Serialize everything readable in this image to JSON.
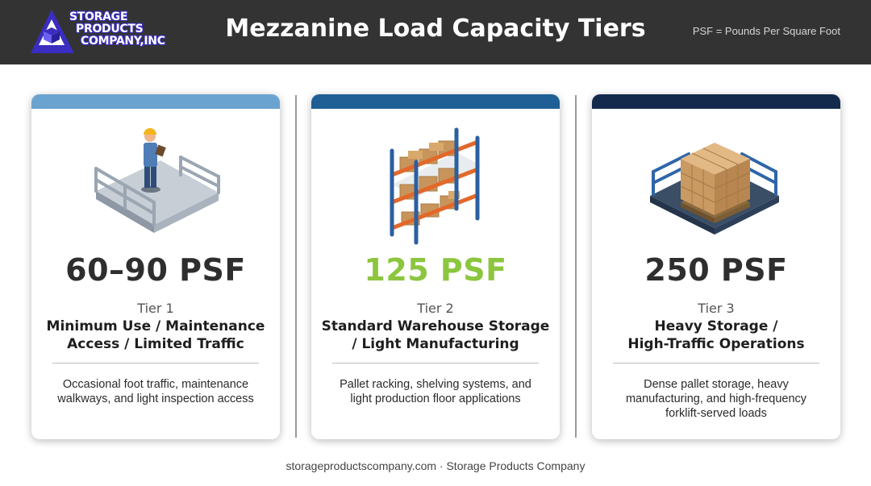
{
  "header": {
    "logo_lines": [
      "STORAGE",
      "PRODUCTS",
      "COMPANY,INC"
    ],
    "title": "Mezzanine Load Capacity Tiers",
    "note": "PSF = Pounds Per Square Foot"
  },
  "colors": {
    "header_bg": "#333333",
    "tier1_bar": "#6aa3cf",
    "tier2_bar": "#1f5f95",
    "tier3_bar": "#132a4c",
    "tier2_value": "#8cc63f"
  },
  "tiers": [
    {
      "value": "60–90 PSF",
      "tier": "Tier 1",
      "name_line1": "Minimum Use / Maintenance",
      "name_line2": "Access / Limited Traffic",
      "desc_line1": "Occasional foot traffic, maintenance",
      "desc_line2": "walkways, and light inspection access",
      "desc_line3": "",
      "illustration": "worker-on-platform-icon"
    },
    {
      "value": "125 PSF",
      "tier": "Tier 2",
      "name_line1": "Standard Warehouse Storage",
      "name_line2": "/ Light Manufacturing",
      "desc_line1": "Pallet racking, shelving systems, and",
      "desc_line2": "light production floor applications",
      "desc_line3": "",
      "illustration": "pallet-rack-icon"
    },
    {
      "value": "250 PSF",
      "tier": "Tier 3",
      "name_line1": "Heavy Storage /",
      "name_line2": "High-Traffic Operations",
      "desc_line1": "Dense pallet storage, heavy",
      "desc_line2": "manufacturing, and high-frequency",
      "desc_line3": "forklift-served loads",
      "illustration": "stacked-boxes-platform-icon"
    }
  ],
  "footer": {
    "text": "storageproductscompany.com · Storage Products Company"
  }
}
